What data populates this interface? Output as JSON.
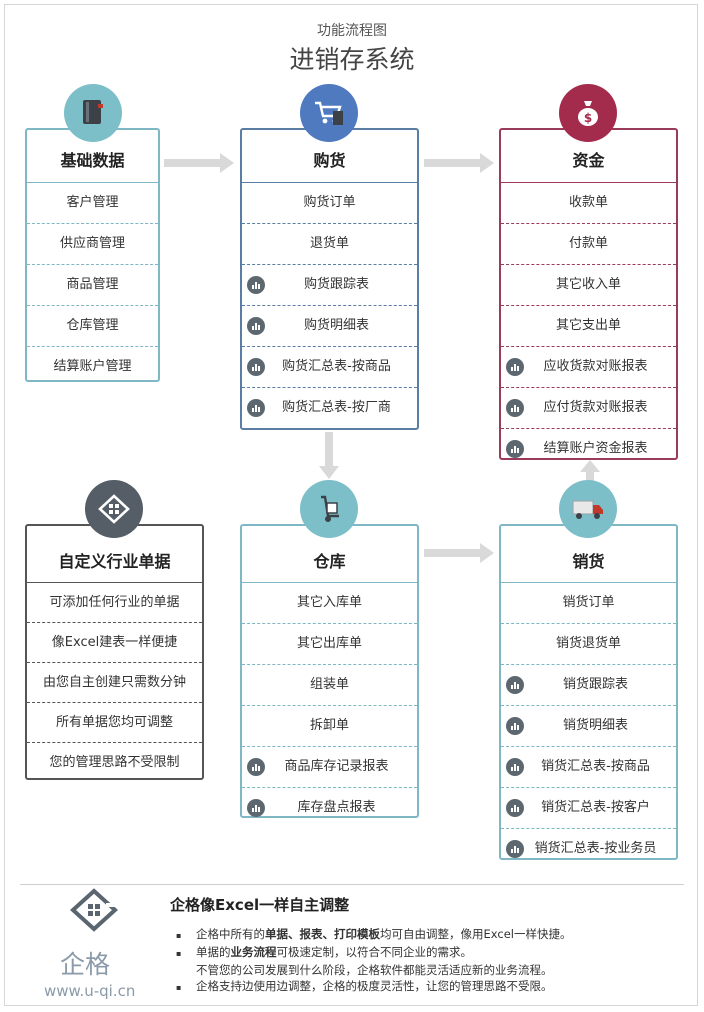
{
  "header": {
    "subtitle": "功能流程图",
    "title": "进销存系统"
  },
  "boxes": {
    "basic": {
      "title": "基础数据",
      "rows": [
        "客户管理",
        "供应商管理",
        "商品管理",
        "仓库管理",
        "结算账户管理"
      ]
    },
    "purchase": {
      "title": "购货",
      "rows": [
        "购货订单",
        "退货单",
        "购货跟踪表",
        "购货明细表",
        "购货汇总表-按商品",
        "购货汇总表-按厂商"
      ]
    },
    "funds": {
      "title": "资金",
      "rows": [
        "收款单",
        "付款单",
        "其它收入单",
        "其它支出单",
        "应收货款对账报表",
        "应付货款对账报表",
        "结算账户资金报表"
      ]
    },
    "custom": {
      "title": "自定义行业单据",
      "rows": [
        "可添加任何行业的单据",
        "像Excel建表一样便捷",
        "由您自主创建只需数分钟",
        "所有单据您均可调整",
        "您的管理思路不受限制"
      ]
    },
    "warehouse": {
      "title": "仓库",
      "rows": [
        "其它入库单",
        "其它出库单",
        "组装单",
        "拆卸单",
        "商品库存记录报表",
        "库存盘点报表"
      ]
    },
    "sales": {
      "title": "销货",
      "rows": [
        "销货订单",
        "销货退货单",
        "销货跟踪表",
        "销货明细表",
        "销货汇总表-按商品",
        "销货汇总表-按客户",
        "销货汇总表-按业务员"
      ]
    }
  },
  "footer": {
    "logo_name": "企格",
    "logo_url": "www.u-qi.cn",
    "title": "企格像Excel一样自主调整",
    "bullets": [
      {
        "segments": [
          {
            "text": "企格中所有的",
            "bold": false
          },
          {
            "text": "单据、报表、打印模板",
            "bold": true
          },
          {
            "text": "均可自由调整，像用Excel一样快捷。",
            "bold": false
          }
        ]
      },
      {
        "segments": [
          {
            "text": "单据的",
            "bold": false
          },
          {
            "text": "业务流程",
            "bold": true
          },
          {
            "text": "可极速定制，以符合不同企业的需求。",
            "bold": false
          }
        ]
      },
      {
        "indent": true,
        "segments": [
          {
            "text": "不管您的公司发展到什么阶段，企格软件都能灵活适应新的业务流程。",
            "bold": false
          }
        ]
      },
      {
        "segments": [
          {
            "text": "企格支持边使用边调整，企格的极度灵活性，让您的管理思路不受限。",
            "bold": false
          }
        ]
      }
    ]
  },
  "icons": {
    "basic": "book-icon",
    "purchase": "shopping-cart-icon",
    "funds": "money-bag-icon",
    "custom": "qige-logo-icon",
    "warehouse": "hand-truck-icon",
    "sales": "delivery-truck-icon",
    "report": "bar-chart-icon"
  },
  "colors": {
    "teal_border": "#7fb8c4",
    "blue_border": "#5a7ea3",
    "red_border": "#9b3b5a",
    "dark_border": "#555555",
    "teal_icon": "#7dbfc9",
    "blue_icon": "#4f7ac0",
    "red_icon": "#a32c4d",
    "dark_icon": "#555d66",
    "arrow": "#cccccc"
  }
}
